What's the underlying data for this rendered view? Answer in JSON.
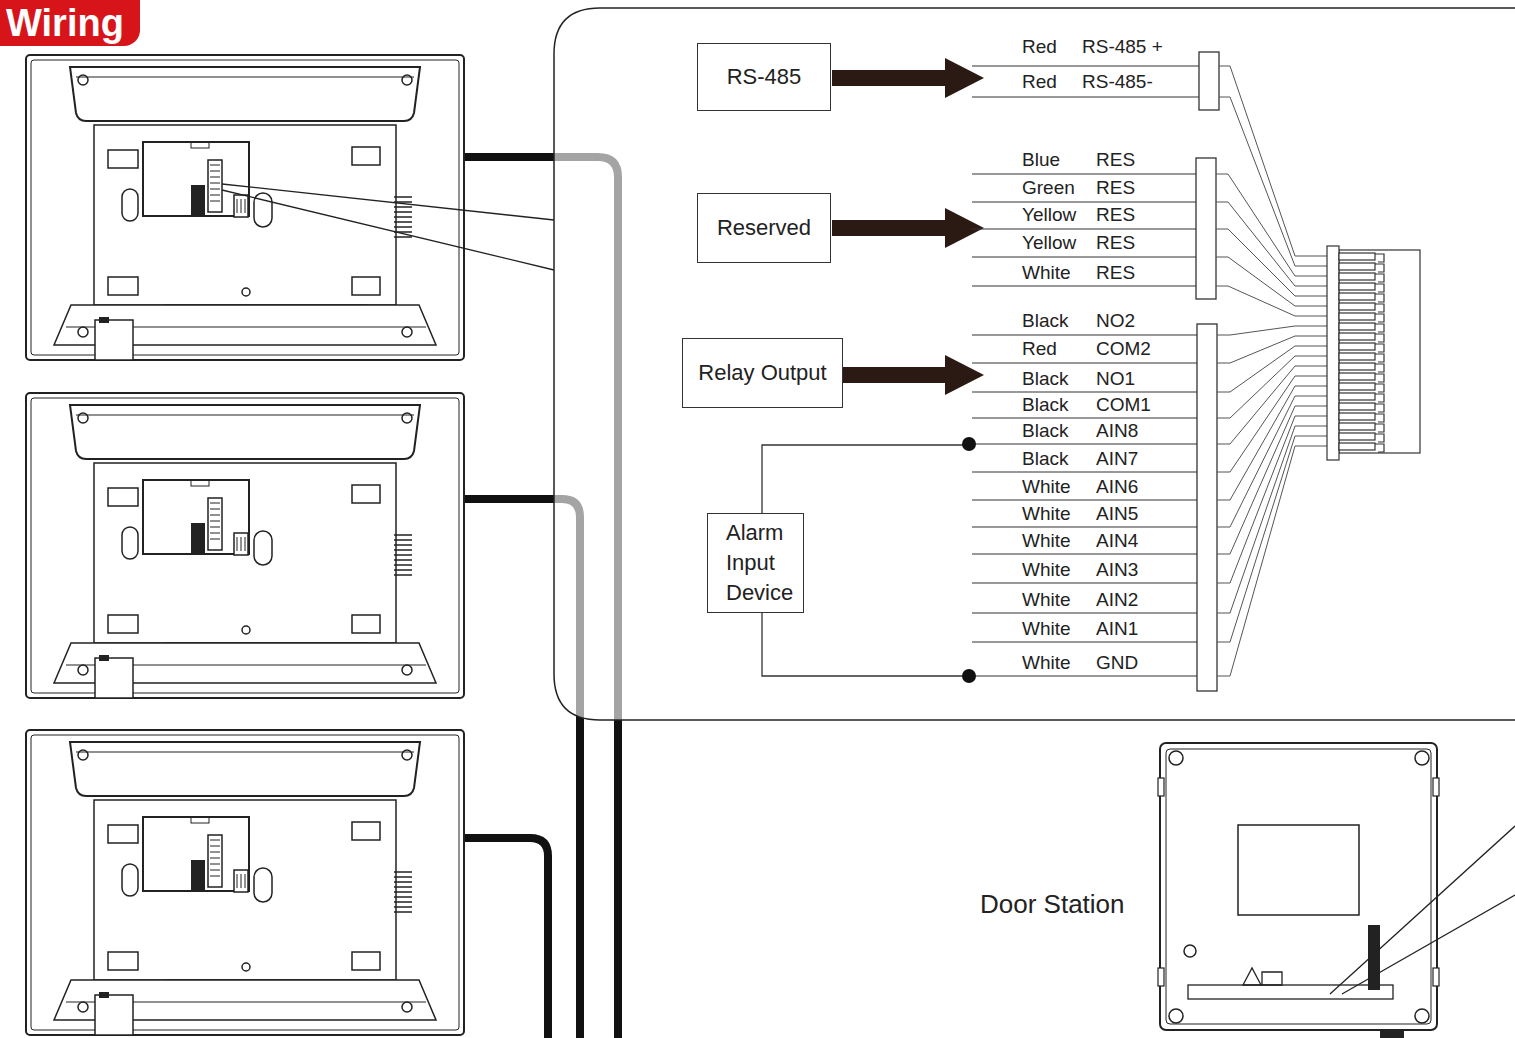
{
  "diagram": {
    "title": "Wiring",
    "nodes": [
      {
        "text": [
          "RS-485"
        ]
      },
      {
        "text": [
          "Reserved"
        ]
      },
      {
        "text": [
          "Relay Output"
        ]
      },
      {
        "text": [
          "Alarm Input Device"
        ]
      }
    ],
    "labels": [
      "Red",
      "RS-485 +",
      "Red",
      "RS-485-",
      "Blue",
      "RES",
      "Green",
      "RES",
      "Yellow",
      "RES",
      "Yellow",
      "RES",
      "White",
      "RES",
      "Black",
      "NO2",
      "Red",
      "COM2",
      "Black",
      "NO1",
      "Black",
      "COM1",
      "Black",
      "AIN8",
      "Black",
      "AIN7",
      "White",
      "AIN6",
      "White",
      "AIN5",
      "White",
      "AIN4",
      "White",
      "AIN3",
      "White",
      "AIN2",
      "White",
      "AIN1",
      "White",
      "GND",
      "Door Station"
    ]
  }
}
